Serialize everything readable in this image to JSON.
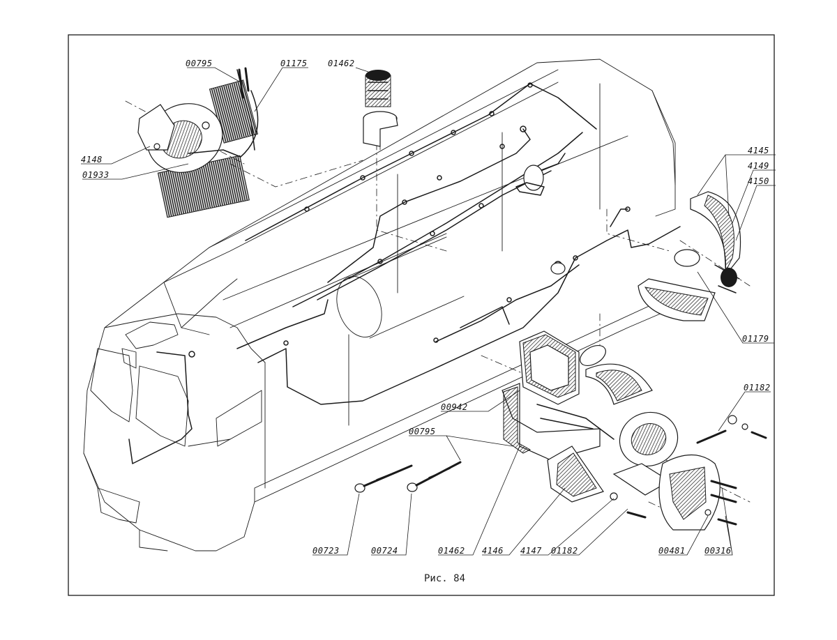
{
  "figure": {
    "caption": "Рис. 84"
  },
  "labels": [
    {
      "id": "00795-top",
      "text": "00795"
    },
    {
      "id": "01175",
      "text": "01175"
    },
    {
      "id": "01462-top",
      "text": "01462"
    },
    {
      "id": "4148",
      "text": "4148"
    },
    {
      "id": "01933",
      "text": "01933"
    },
    {
      "id": "4145",
      "text": "4145"
    },
    {
      "id": "4149",
      "text": "4149"
    },
    {
      "id": "4150",
      "text": "4150"
    },
    {
      "id": "01179",
      "text": "01179"
    },
    {
      "id": "01182-right",
      "text": "01182"
    },
    {
      "id": "00942",
      "text": "00942"
    },
    {
      "id": "00795-mid",
      "text": "00795"
    },
    {
      "id": "00723",
      "text": "00723"
    },
    {
      "id": "00724",
      "text": "00724"
    },
    {
      "id": "01462-bottom",
      "text": "01462"
    },
    {
      "id": "4146",
      "text": "4146"
    },
    {
      "id": "4147",
      "text": "4147"
    },
    {
      "id": "01182-bottom",
      "text": "01182"
    },
    {
      "id": "00481",
      "text": "00481"
    },
    {
      "id": "00316",
      "text": "00316"
    }
  ]
}
